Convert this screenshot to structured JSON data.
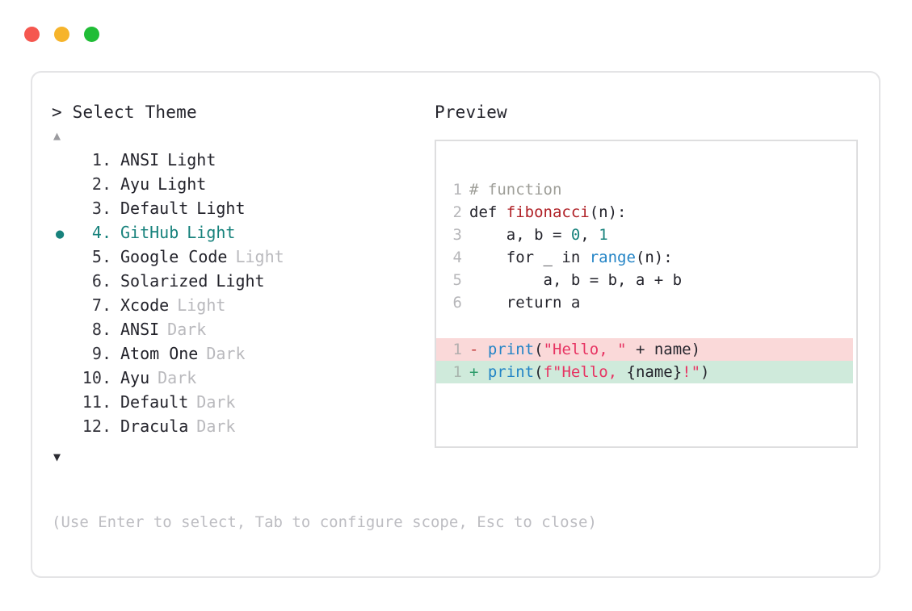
{
  "window": {
    "dots": [
      {
        "name": "close",
        "color": "#f5574f"
      },
      {
        "name": "minimize",
        "color": "#f6b42b"
      },
      {
        "name": "maximize",
        "color": "#20bd36"
      }
    ]
  },
  "picker": {
    "heading": "> Select Theme",
    "scroll_up_glyph": "▲",
    "scroll_down_glyph": "▼",
    "selected_marker": "●",
    "selected_index": 4,
    "accent_color": "#17827c",
    "items": [
      {
        "index": "1.",
        "name": "ANSI",
        "variant": "Light",
        "variant_dim": false,
        "selected": false
      },
      {
        "index": "2.",
        "name": "Ayu",
        "variant": "Light",
        "variant_dim": false,
        "selected": false
      },
      {
        "index": "3.",
        "name": "Default",
        "variant": "Light",
        "variant_dim": false,
        "selected": false
      },
      {
        "index": "4.",
        "name": "GitHub",
        "variant": "Light",
        "variant_dim": false,
        "selected": true
      },
      {
        "index": "5.",
        "name": "Google Code",
        "variant": "Light",
        "variant_dim": true,
        "selected": false
      },
      {
        "index": "6.",
        "name": "Solarized",
        "variant": "Light",
        "variant_dim": false,
        "selected": false
      },
      {
        "index": "7.",
        "name": "Xcode",
        "variant": "Light",
        "variant_dim": true,
        "selected": false
      },
      {
        "index": "8.",
        "name": "ANSI",
        "variant": "Dark",
        "variant_dim": true,
        "selected": false
      },
      {
        "index": "9.",
        "name": "Atom One",
        "variant": "Dark",
        "variant_dim": true,
        "selected": false
      },
      {
        "index": "10.",
        "name": "Ayu",
        "variant": "Dark",
        "variant_dim": true,
        "selected": false
      },
      {
        "index": "11.",
        "name": "Default",
        "variant": "Dark",
        "variant_dim": true,
        "selected": false
      },
      {
        "index": "12.",
        "name": "Dracula",
        "variant": "Dark",
        "variant_dim": true,
        "selected": false
      }
    ],
    "hint": "(Use Enter to select, Tab to configure scope, Esc to close)"
  },
  "preview": {
    "heading": "Preview",
    "code_lines": [
      {
        "ln": "1",
        "tokens": [
          {
            "t": "# function",
            "c": "comment"
          }
        ]
      },
      {
        "ln": "2",
        "tokens": [
          {
            "t": "def ",
            "c": "kw"
          },
          {
            "t": "fibonacci",
            "c": "fnname"
          },
          {
            "t": "(n):",
            "c": "plain"
          }
        ]
      },
      {
        "ln": "3",
        "tokens": [
          {
            "t": "    a, b = ",
            "c": "plain"
          },
          {
            "t": "0",
            "c": "num"
          },
          {
            "t": ", ",
            "c": "plain"
          },
          {
            "t": "1",
            "c": "num"
          }
        ]
      },
      {
        "ln": "4",
        "tokens": [
          {
            "t": "    for _ in ",
            "c": "plain"
          },
          {
            "t": "range",
            "c": "builtin"
          },
          {
            "t": "(n):",
            "c": "plain"
          }
        ]
      },
      {
        "ln": "5",
        "tokens": [
          {
            "t": "        a, b = b, a + b",
            "c": "plain"
          }
        ]
      },
      {
        "ln": "6",
        "tokens": [
          {
            "t": "    return a",
            "c": "plain"
          }
        ]
      }
    ],
    "diff_lines": [
      {
        "ln": "1",
        "kind": "del",
        "sign": "-",
        "bg": "#fad9d9",
        "tokens": [
          {
            "t": "print",
            "c": "call"
          },
          {
            "t": "(",
            "c": "plain"
          },
          {
            "t": "\"Hello, \"",
            "c": "str"
          },
          {
            "t": " + name)",
            "c": "plain"
          }
        ]
      },
      {
        "ln": "1",
        "kind": "add",
        "sign": "+",
        "bg": "#cfeadb",
        "tokens": [
          {
            "t": "print",
            "c": "call"
          },
          {
            "t": "(",
            "c": "plain"
          },
          {
            "t": "f\"Hello, ",
            "c": "str"
          },
          {
            "t": "{name}",
            "c": "plain"
          },
          {
            "t": "!\"",
            "c": "str"
          },
          {
            "t": ")",
            "c": "plain"
          }
        ]
      }
    ]
  }
}
